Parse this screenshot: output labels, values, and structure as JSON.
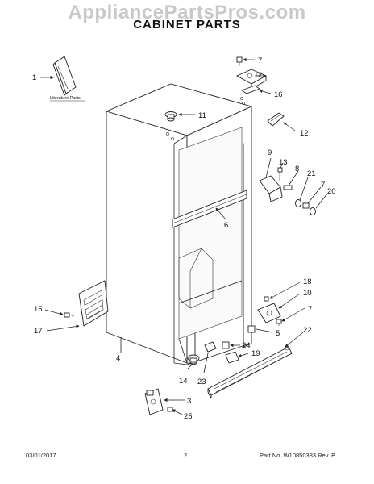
{
  "watermark": "AppliancePartsPros.com",
  "title": "CABINET PARTS",
  "literature_label": "Literature Parts",
  "callouts": {
    "c1": "1",
    "c2": "2",
    "c3": "3",
    "c4": "4",
    "c5": "5",
    "c6": "6",
    "c7a": "7",
    "c7b": "7",
    "c7c": "7",
    "c8": "8",
    "c9": "9",
    "c10": "10",
    "c11": "11",
    "c12": "12",
    "c13": "13",
    "c14": "14",
    "c15": "15",
    "c16": "16",
    "c17": "17",
    "c18": "18",
    "c19": "19",
    "c20": "20",
    "c21": "21",
    "c22": "22",
    "c23": "23",
    "c24": "24",
    "c25": "25"
  },
  "footer": {
    "date": "03/01/2017",
    "page": "2",
    "part_no": "Part No.  W10850383   Rev.  B"
  }
}
